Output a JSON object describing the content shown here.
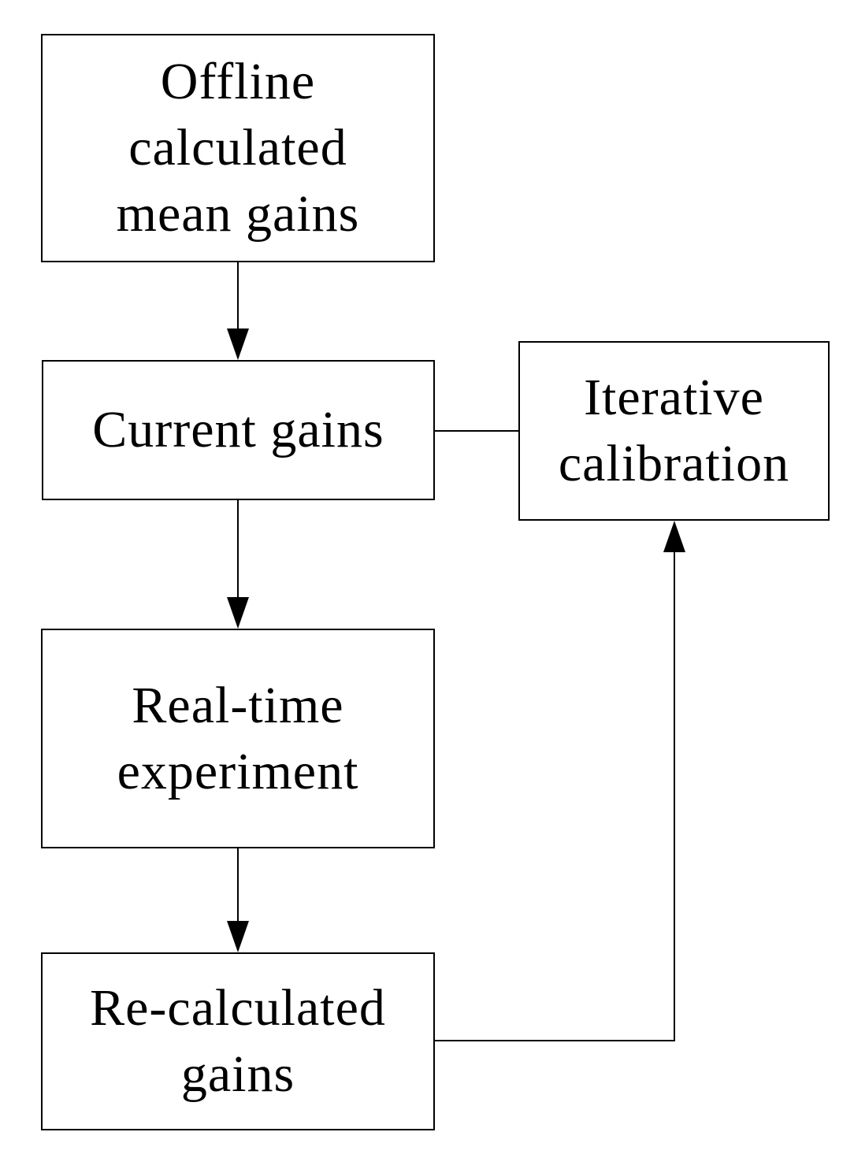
{
  "diagram": {
    "type": "flowchart",
    "background_color": "#ffffff",
    "stroke_color": "#000000",
    "text_color": "#000000",
    "nodes": [
      {
        "id": "offline-mean-gains",
        "label": "Offline\ncalculated\nmean gains"
      },
      {
        "id": "current-gains",
        "label": "Current gains"
      },
      {
        "id": "iterative-calibration",
        "label": "Iterative\ncalibration"
      },
      {
        "id": "real-time-experiment",
        "label": "Real-time\nexperiment"
      },
      {
        "id": "re-calculated-gains",
        "label": "Re-calculated\ngains"
      }
    ],
    "edges": [
      {
        "from": "offline-mean-gains",
        "to": "current-gains",
        "style": "arrow-down"
      },
      {
        "from": "current-gains",
        "to": "iterative-calibration",
        "style": "plain-line"
      },
      {
        "from": "current-gains",
        "to": "real-time-experiment",
        "style": "arrow-down"
      },
      {
        "from": "real-time-experiment",
        "to": "re-calculated-gains",
        "style": "arrow-down"
      },
      {
        "from": "re-calculated-gains",
        "to": "iterative-calibration",
        "style": "elbow-arrow-up"
      }
    ]
  }
}
